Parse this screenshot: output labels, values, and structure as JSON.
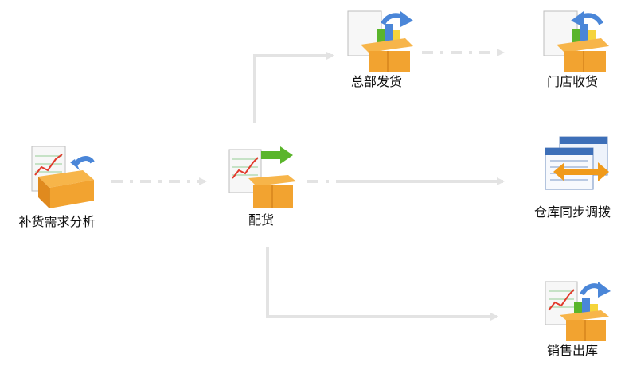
{
  "flow": {
    "nodes": {
      "replenish": {
        "label": "补货需求分析",
        "icon": "chart-box-arrow-icon"
      },
      "distribute": {
        "label": "配货",
        "icon": "chart-box-green-arrow-icon"
      },
      "hq_ship": {
        "label": "总部发货",
        "icon": "box-blocks-arrow-out-icon"
      },
      "store_receive": {
        "label": "门店收货",
        "icon": "box-blocks-arrow-in-icon"
      },
      "warehouse_transfer": {
        "label": "仓库同步调拨",
        "icon": "windows-transfer-icon"
      },
      "sales_out": {
        "label": "销售出库",
        "icon": "chart-box-blocks-arrow-icon"
      }
    },
    "colors": {
      "connector": "#e3e3e3",
      "box": "#f2a330",
      "box_dark": "#d57d12",
      "arrow_blue": "#4a86d8",
      "arrow_green": "#5ab52b",
      "arrow_orange": "#f09a1a",
      "chart_line": "#e23a2c",
      "chart_grid": "#6dbb6d"
    }
  }
}
